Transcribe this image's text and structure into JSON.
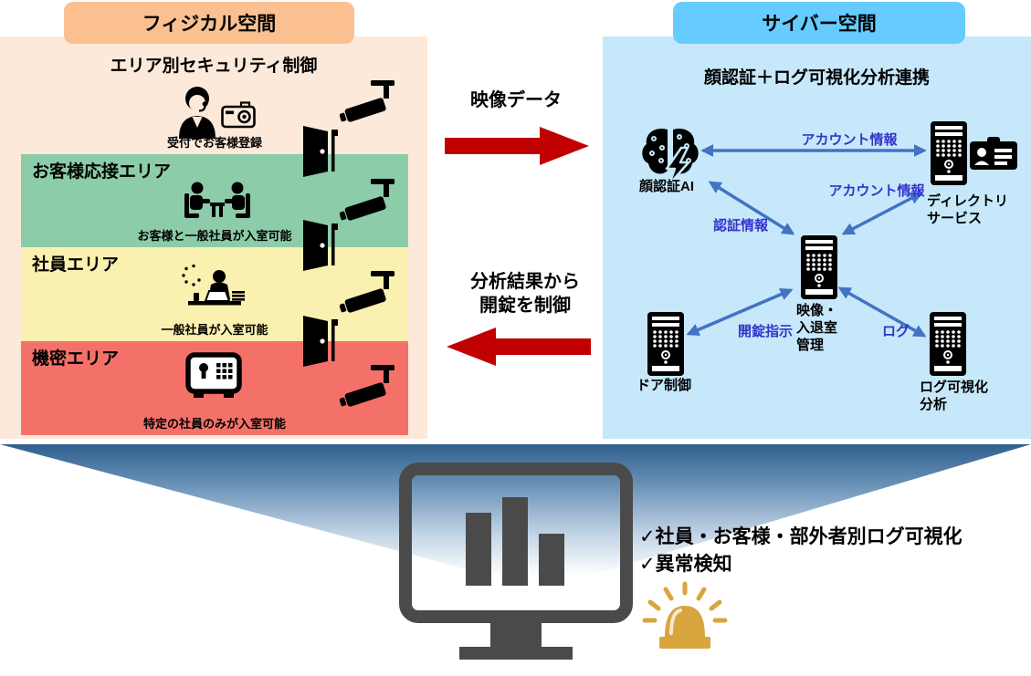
{
  "physical": {
    "header": "フィジカル空間",
    "title": "エリア別セキュリティ制御",
    "reception_caption": "受付でお客様登録",
    "zones": [
      {
        "name": "お客様応接エリア",
        "caption": "お客様と一般社員が入室可能"
      },
      {
        "name": "社員エリア",
        "caption": "一般社員が入室可能"
      },
      {
        "name": "機密エリア",
        "caption": "特定の社員のみが入室可能"
      }
    ]
  },
  "flow": {
    "video_data": "映像データ",
    "unlock_control": "分析結果から\n開錠を制御"
  },
  "cyber": {
    "header": "サイバー空間",
    "title": "顔認証＋ログ可視化分析連携",
    "nodes": {
      "face_ai": "顔認証AI",
      "directory": "ディレクトリ\nサービス",
      "video_entry": "映像・\n入退室\n管理",
      "door_control": "ドア制御",
      "log_vis": "ログ可視化\n分析"
    },
    "edges": {
      "account_top": "アカウント情報",
      "account_mid": "アカウント情報",
      "auth": "認証情報",
      "unlock": "開錠指示",
      "log": "ログ"
    }
  },
  "bottom": {
    "check1": "✓社員・お客様・部外者別ログ可視化",
    "check2": "✓異常検知"
  },
  "colors": {
    "physical_header_bg": "#FAC090",
    "physical_panel_bg": "#FDE9D9",
    "zone_green": "#8CCCA9",
    "zone_yellow": "#FAF0AF",
    "zone_red": "#F4716A",
    "cyber_header_bg": "#66CCFF",
    "cyber_panel_bg": "#C6E8FA",
    "red_arrow": "#C00000",
    "blue_arrow": "#4472C4",
    "edge_label": "#3333CC",
    "monitor_gray": "#4A4A4A",
    "siren_gold": "#D9A53F"
  }
}
